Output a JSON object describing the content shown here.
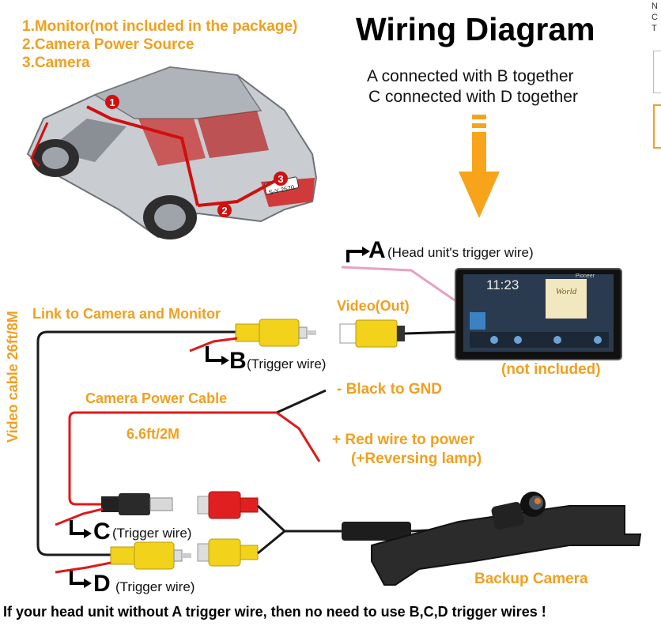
{
  "title": "Wiring Diagram",
  "legend": [
    "1.Monitor(not included in the package)",
    "2.Camera Power Source",
    "3.Camera"
  ],
  "instructions": [
    "A connected with B together",
    "C connected with D together"
  ],
  "car_markers": [
    "1",
    "2",
    "3"
  ],
  "plate_text": "S-Y 2570",
  "labels": {
    "a_letter": "A",
    "a_desc": "(Head unit's trigger wire)",
    "b_letter": "B",
    "b_desc": "(Trigger wire)",
    "c_letter": "C",
    "c_desc": "(Trigger wire)",
    "d_letter": "D",
    "d_desc": "(Trigger wire)",
    "video_out": "Video(Out)",
    "not_included": "(not included)",
    "link": "Link to Camera and Monitor",
    "power_cable": "Camera Power Cable",
    "length_power": "6.6ft/2M",
    "black_gnd": "- Black to GND",
    "red_power_1": "+ Red wire to power",
    "red_power_2": "(+Reversing lamp)",
    "video_cable": "Video cable 26ft/8M",
    "backup_camera": "Backup Camera"
  },
  "monitor": {
    "time": "11:23",
    "brand": "Pioneer",
    "album": "World"
  },
  "bottom_note": "If your head unit without A trigger wire, then no need to use B,C,D trigger wires !",
  "edge_fragments": [
    "N",
    "C",
    "T"
  ],
  "colors": {
    "accent": "#f0a020",
    "red_wire": "#e01818",
    "pink_wire": "#e8a0c0",
    "black_wire": "#1a1a1a",
    "rca_yellow": "#f2d21a",
    "rca_red": "#e02020"
  }
}
